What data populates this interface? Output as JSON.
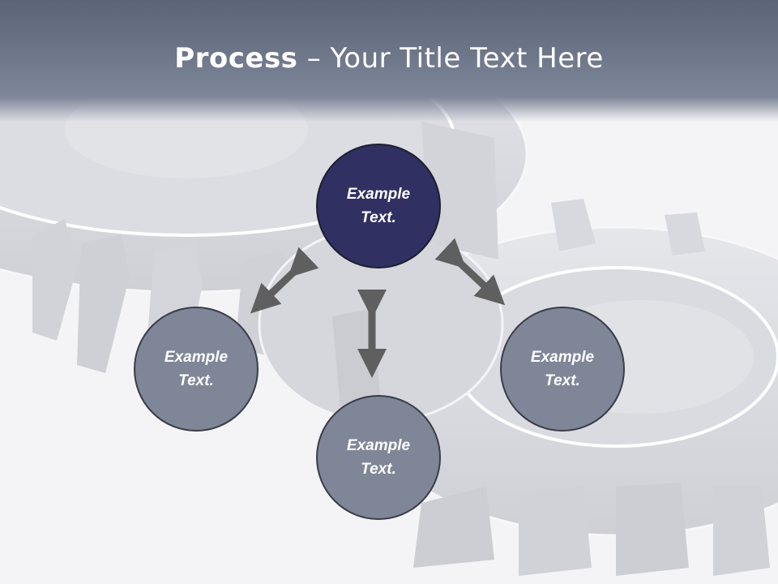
{
  "title": {
    "bold": "Process",
    "rest": " – Your Title Text Here"
  },
  "nodes": {
    "top": {
      "label": "Example\nText.",
      "color": "#303063"
    },
    "left": {
      "label": "Example\nText.",
      "color": "#7f8698"
    },
    "right": {
      "label": "Example\nText.",
      "color": "#7f8698"
    },
    "bottom": {
      "label": "Example\nText.",
      "color": "#7f8698"
    }
  },
  "colors": {
    "header": "#646c80",
    "arrow": "#5f5f5f",
    "gear": "#d9dade",
    "node_border": "#3a3d48"
  }
}
